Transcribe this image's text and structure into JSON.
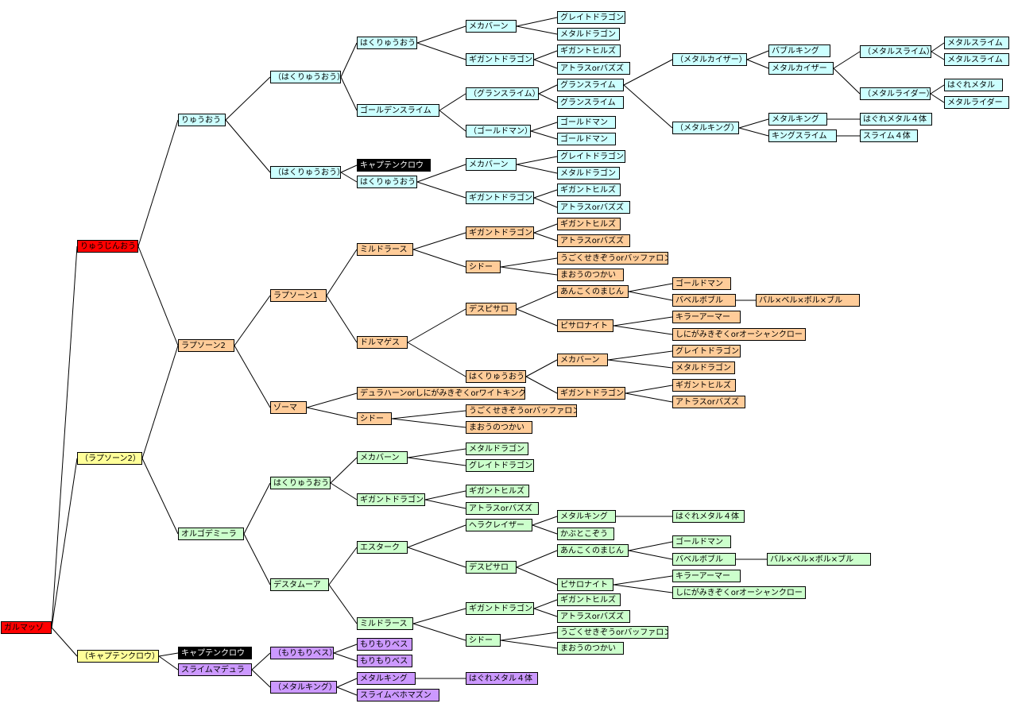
{
  "colors": {
    "red": "#ff0000",
    "black": "#000000",
    "cyan": "#ccffff",
    "orange": "#ffcc99",
    "yellow": "#ffff99",
    "green": "#ccffcc",
    "purple": "#cc99ff"
  },
  "nodes": [
    {
      "id": "root",
      "text": "ガルマッゾ",
      "color": "red"
    },
    {
      "id": "ryujinou",
      "text": "りゅうじんおう",
      "color": "red"
    },
    {
      "id": "rapsoon2_paren",
      "text": "（ラプソーン2）",
      "color": "yellow"
    },
    {
      "id": "captain_paren",
      "text": "（キャプテンクロウ）",
      "color": "yellow"
    },
    {
      "id": "ryuuou",
      "text": "りゅうおう",
      "color": "cyan"
    },
    {
      "id": "hakuryu_p1",
      "text": "（はくりゅうおう）",
      "color": "cyan"
    },
    {
      "id": "hakuryu_p2",
      "text": "（はくりゅうおう）",
      "color": "cyan"
    },
    {
      "id": "hakuryu_a",
      "text": "はくりゅうおう",
      "color": "cyan"
    },
    {
      "id": "golden_slime",
      "text": "ゴールデンスライム",
      "color": "cyan"
    },
    {
      "id": "captain_blk1",
      "text": "キャプテンクロウ",
      "color": "black"
    },
    {
      "id": "hakuryu_b",
      "text": "はくりゅうおう",
      "color": "cyan"
    },
    {
      "id": "mecha_a",
      "text": "メカバーン",
      "color": "cyan"
    },
    {
      "id": "gigant_a",
      "text": "ギガントドラゴン",
      "color": "cyan"
    },
    {
      "id": "great_a",
      "text": "グレイトドラゴン",
      "color": "cyan"
    },
    {
      "id": "metald_a",
      "text": "メタルドラゴン",
      "color": "cyan"
    },
    {
      "id": "gighills_a",
      "text": "ギガントヒルズ",
      "color": "cyan"
    },
    {
      "id": "atlas_a",
      "text": "アトラスorバズズ",
      "color": "cyan"
    },
    {
      "id": "gran_p",
      "text": "（グランスライム）",
      "color": "cyan"
    },
    {
      "id": "goldman_p",
      "text": "（ゴールドマン）",
      "color": "cyan"
    },
    {
      "id": "gran1",
      "text": "グランスライム",
      "color": "cyan"
    },
    {
      "id": "gran2",
      "text": "グランスライム",
      "color": "cyan"
    },
    {
      "id": "goldman1",
      "text": "ゴールドマン",
      "color": "cyan"
    },
    {
      "id": "goldman2",
      "text": "ゴールドマン",
      "color": "cyan"
    },
    {
      "id": "metalkaiser_p",
      "text": "（メタルカイザー）",
      "color": "cyan"
    },
    {
      "id": "metalking_p",
      "text": "（メタルキング）",
      "color": "cyan"
    },
    {
      "id": "bubbleking",
      "text": "バブルキング",
      "color": "cyan"
    },
    {
      "id": "metalkaiser",
      "text": "メタルカイザー",
      "color": "cyan"
    },
    {
      "id": "metalslime_p",
      "text": "（メタルスライム）",
      "color": "cyan"
    },
    {
      "id": "metalrider_p",
      "text": "（メタルライダー）",
      "color": "cyan"
    },
    {
      "id": "metalslime1",
      "text": "メタルスライム",
      "color": "cyan"
    },
    {
      "id": "metalslime2",
      "text": "メタルスライム",
      "color": "cyan"
    },
    {
      "id": "haguremetal_a",
      "text": "はぐれメタル",
      "color": "cyan"
    },
    {
      "id": "metalrider",
      "text": "メタルライダー",
      "color": "cyan"
    },
    {
      "id": "metalking_a",
      "text": "メタルキング",
      "color": "cyan"
    },
    {
      "id": "kingslime",
      "text": "キングスライム",
      "color": "cyan"
    },
    {
      "id": "hagure4_a",
      "text": "はぐれメタル４体",
      "color": "cyan"
    },
    {
      "id": "slime4",
      "text": "スライム４体",
      "color": "cyan"
    },
    {
      "id": "mecha_b",
      "text": "メカバーン",
      "color": "cyan"
    },
    {
      "id": "gigant_b",
      "text": "ギガントドラゴン",
      "color": "cyan"
    },
    {
      "id": "great_b",
      "text": "グレイトドラゴン",
      "color": "cyan"
    },
    {
      "id": "metald_b",
      "text": "メタルドラゴン",
      "color": "cyan"
    },
    {
      "id": "gighills_b",
      "text": "ギガントヒルズ",
      "color": "cyan"
    },
    {
      "id": "atlas_b",
      "text": "アトラスorバズズ",
      "color": "cyan"
    },
    {
      "id": "rapsoon2",
      "text": "ラプソーン2",
      "color": "orange"
    },
    {
      "id": "rapsoon1",
      "text": "ラプソーン1",
      "color": "orange"
    },
    {
      "id": "zoma",
      "text": "ゾーマ",
      "color": "orange"
    },
    {
      "id": "mildraath_a",
      "text": "ミルドラース",
      "color": "orange"
    },
    {
      "id": "dolmagus",
      "text": "ドルマゲス",
      "color": "orange"
    },
    {
      "id": "gigant_c",
      "text": "ギガントドラゴン",
      "color": "orange"
    },
    {
      "id": "shido_a",
      "text": "シドー",
      "color": "orange"
    },
    {
      "id": "gighills_c",
      "text": "ギガントヒルズ",
      "color": "orange"
    },
    {
      "id": "atlas_c",
      "text": "アトラスorバズズ",
      "color": "orange"
    },
    {
      "id": "ugoku_a",
      "text": "うごくせきぞうorバッファロン",
      "color": "orange"
    },
    {
      "id": "maou_a",
      "text": "まおうのつかい",
      "color": "orange"
    },
    {
      "id": "despisaro_a",
      "text": "デスピサロ",
      "color": "orange"
    },
    {
      "id": "hakuryu_c",
      "text": "はくりゅうおう",
      "color": "orange"
    },
    {
      "id": "ankoku_a",
      "text": "あんこくのまじん",
      "color": "orange"
    },
    {
      "id": "pisaro_a",
      "text": "ピサロナイト",
      "color": "orange"
    },
    {
      "id": "goldman3",
      "text": "ゴールドマン",
      "color": "orange"
    },
    {
      "id": "babel_a",
      "text": "バベルボブル",
      "color": "orange"
    },
    {
      "id": "barubel_a",
      "text": "バル×ベル×ボル×ブル",
      "color": "orange"
    },
    {
      "id": "killer_a",
      "text": "キラーアーマー",
      "color": "orange"
    },
    {
      "id": "shinigami_a",
      "text": "しにがみきぞくorオーシャンクロー",
      "color": "orange"
    },
    {
      "id": "mecha_c",
      "text": "メカバーン",
      "color": "orange"
    },
    {
      "id": "gigant_d",
      "text": "ギガントドラゴン",
      "color": "orange"
    },
    {
      "id": "great_c",
      "text": "グレイトドラゴン",
      "color": "orange"
    },
    {
      "id": "metald_c",
      "text": "メタルドラゴン",
      "color": "orange"
    },
    {
      "id": "gighills_d",
      "text": "ギガントヒルズ",
      "color": "orange"
    },
    {
      "id": "atlas_d",
      "text": "アトラスorバズズ",
      "color": "orange"
    },
    {
      "id": "dura",
      "text": "デュラハーンorしにがみきぞくorワイトキング",
      "color": "orange"
    },
    {
      "id": "shido_b",
      "text": "シドー",
      "color": "orange"
    },
    {
      "id": "ugoku_b",
      "text": "うごくせきぞうorバッファロン",
      "color": "orange"
    },
    {
      "id": "maou_b",
      "text": "まおうのつかい",
      "color": "orange"
    },
    {
      "id": "orgo",
      "text": "オルゴデミーラ",
      "color": "green"
    },
    {
      "id": "hakuryu_d",
      "text": "はくりゅうおう",
      "color": "green"
    },
    {
      "id": "desutamua",
      "text": "デスタムーア",
      "color": "green"
    },
    {
      "id": "mecha_d",
      "text": "メカバーン",
      "color": "green"
    },
    {
      "id": "gigant_e",
      "text": "ギガントドラゴン",
      "color": "green"
    },
    {
      "id": "metald_d",
      "text": "メタルドラゴン",
      "color": "green"
    },
    {
      "id": "great_d",
      "text": "グレイトドラゴン",
      "color": "green"
    },
    {
      "id": "gighills_e",
      "text": "ギガントヒルズ",
      "color": "green"
    },
    {
      "id": "atlas_e",
      "text": "アトラスorバズズ",
      "color": "green"
    },
    {
      "id": "estark",
      "text": "エスターク",
      "color": "green"
    },
    {
      "id": "mildraath_b",
      "text": "ミルドラース",
      "color": "green"
    },
    {
      "id": "heracross",
      "text": "ヘラクレイザー",
      "color": "green"
    },
    {
      "id": "despisaro_b",
      "text": "デスピサロ",
      "color": "green"
    },
    {
      "id": "metalking_b",
      "text": "メタルキング",
      "color": "green"
    },
    {
      "id": "kabuto",
      "text": "かぶとこぞう",
      "color": "green"
    },
    {
      "id": "hagure4_b",
      "text": "はぐれメタル４体",
      "color": "green"
    },
    {
      "id": "ankoku_b",
      "text": "あんこくのまじん",
      "color": "green"
    },
    {
      "id": "pisaro_b",
      "text": "ピサロナイト",
      "color": "green"
    },
    {
      "id": "goldman4",
      "text": "ゴールドマン",
      "color": "green"
    },
    {
      "id": "babel_b",
      "text": "バベルボブル",
      "color": "green"
    },
    {
      "id": "barubel_b",
      "text": "バル×ベル×ボル×ブル",
      "color": "green"
    },
    {
      "id": "killer_b",
      "text": "キラーアーマー",
      "color": "green"
    },
    {
      "id": "shinigami_b",
      "text": "しにがみきぞくorオーシャンクロー",
      "color": "green"
    },
    {
      "id": "gigant_f",
      "text": "ギガントドラゴン",
      "color": "green"
    },
    {
      "id": "shido_c",
      "text": "シドー",
      "color": "green"
    },
    {
      "id": "gighills_f",
      "text": "ギガントヒルズ",
      "color": "green"
    },
    {
      "id": "atlas_f",
      "text": "アトラスorバズズ",
      "color": "green"
    },
    {
      "id": "ugoku_c",
      "text": "うごくせきぞうorバッファロン",
      "color": "green"
    },
    {
      "id": "maou_c",
      "text": "まおうのつかい",
      "color": "green"
    },
    {
      "id": "captain_blk2",
      "text": "キャプテンクロウ",
      "color": "black"
    },
    {
      "id": "slimematora",
      "text": "スライムマデュラ",
      "color": "purple"
    },
    {
      "id": "morimori_p",
      "text": "（もりもりベス）",
      "color": "purple"
    },
    {
      "id": "metalking_p2",
      "text": "（メタルキング）",
      "color": "purple"
    },
    {
      "id": "morimori1",
      "text": "もりもりベス",
      "color": "purple"
    },
    {
      "id": "morimori2",
      "text": "もりもりベス",
      "color": "purple"
    },
    {
      "id": "metalking_c",
      "text": "メタルキング",
      "color": "purple"
    },
    {
      "id": "slimebehoma",
      "text": "スライムベホマズン",
      "color": "purple"
    },
    {
      "id": "hagure4_c",
      "text": "はぐれメタル４体",
      "color": "purple"
    }
  ],
  "edges": [
    [
      "root",
      "ryujinou"
    ],
    [
      "root",
      "rapsoon2_paren"
    ],
    [
      "root",
      "captain_paren"
    ],
    [
      "ryujinou",
      "ryuuou"
    ],
    [
      "ryujinou",
      "rapsoon2"
    ],
    [
      "ryuuou",
      "hakuryu_p1"
    ],
    [
      "ryuuou",
      "hakuryu_p2"
    ],
    [
      "hakuryu_p1",
      "hakuryu_a"
    ],
    [
      "hakuryu_p1",
      "golden_slime"
    ],
    [
      "hakuryu_a",
      "mecha_a"
    ],
    [
      "hakuryu_a",
      "gigant_a"
    ],
    [
      "mecha_a",
      "great_a"
    ],
    [
      "mecha_a",
      "metald_a"
    ],
    [
      "gigant_a",
      "gighills_a"
    ],
    [
      "gigant_a",
      "atlas_a"
    ],
    [
      "golden_slime",
      "gran_p"
    ],
    [
      "golden_slime",
      "goldman_p"
    ],
    [
      "gran_p",
      "gran1"
    ],
    [
      "gran_p",
      "gran2"
    ],
    [
      "goldman_p",
      "goldman1"
    ],
    [
      "goldman_p",
      "goldman2"
    ],
    [
      "gran1",
      "metalkaiser_p"
    ],
    [
      "gran1",
      "metalking_p"
    ],
    [
      "metalkaiser_p",
      "bubbleking"
    ],
    [
      "metalkaiser_p",
      "metalkaiser"
    ],
    [
      "metalkaiser",
      "metalslime_p"
    ],
    [
      "metalkaiser",
      "metalrider_p"
    ],
    [
      "metalslime_p",
      "metalslime1"
    ],
    [
      "metalslime_p",
      "metalslime2"
    ],
    [
      "metalrider_p",
      "haguremetal_a"
    ],
    [
      "metalrider_p",
      "metalrider"
    ],
    [
      "metalking_p",
      "metalking_a"
    ],
    [
      "metalking_p",
      "kingslime"
    ],
    [
      "metalking_a",
      "hagure4_a"
    ],
    [
      "kingslime",
      "slime4"
    ],
    [
      "hakuryu_p2",
      "captain_blk1"
    ],
    [
      "hakuryu_p2",
      "hakuryu_b"
    ],
    [
      "hakuryu_b",
      "mecha_b"
    ],
    [
      "hakuryu_b",
      "gigant_b"
    ],
    [
      "mecha_b",
      "great_b"
    ],
    [
      "mecha_b",
      "metald_b"
    ],
    [
      "gigant_b",
      "gighills_b"
    ],
    [
      "gigant_b",
      "atlas_b"
    ],
    [
      "rapsoon2",
      "rapsoon1"
    ],
    [
      "rapsoon2",
      "zoma"
    ],
    [
      "rapsoon1",
      "mildraath_a"
    ],
    [
      "rapsoon1",
      "dolmagus"
    ],
    [
      "mildraath_a",
      "gigant_c"
    ],
    [
      "mildraath_a",
      "shido_a"
    ],
    [
      "gigant_c",
      "gighills_c"
    ],
    [
      "gigant_c",
      "atlas_c"
    ],
    [
      "shido_a",
      "ugoku_a"
    ],
    [
      "shido_a",
      "maou_a"
    ],
    [
      "dolmagus",
      "despisaro_a"
    ],
    [
      "dolmagus",
      "hakuryu_c"
    ],
    [
      "despisaro_a",
      "ankoku_a"
    ],
    [
      "despisaro_a",
      "pisaro_a"
    ],
    [
      "ankoku_a",
      "goldman3"
    ],
    [
      "ankoku_a",
      "babel_a"
    ],
    [
      "babel_a",
      "barubel_a"
    ],
    [
      "pisaro_a",
      "killer_a"
    ],
    [
      "pisaro_a",
      "shinigami_a"
    ],
    [
      "hakuryu_c",
      "mecha_c"
    ],
    [
      "hakuryu_c",
      "gigant_d"
    ],
    [
      "mecha_c",
      "great_c"
    ],
    [
      "mecha_c",
      "metald_c"
    ],
    [
      "gigant_d",
      "gighills_d"
    ],
    [
      "gigant_d",
      "atlas_d"
    ],
    [
      "zoma",
      "dura"
    ],
    [
      "zoma",
      "shido_b"
    ],
    [
      "shido_b",
      "ugoku_b"
    ],
    [
      "shido_b",
      "maou_b"
    ],
    [
      "rapsoon2_paren",
      "rapsoon2"
    ],
    [
      "rapsoon2_paren",
      "orgo"
    ],
    [
      "orgo",
      "hakuryu_d"
    ],
    [
      "orgo",
      "desutamua"
    ],
    [
      "hakuryu_d",
      "mecha_d"
    ],
    [
      "hakuryu_d",
      "gigant_e"
    ],
    [
      "mecha_d",
      "metald_d"
    ],
    [
      "mecha_d",
      "great_d"
    ],
    [
      "gigant_e",
      "gighills_e"
    ],
    [
      "gigant_e",
      "atlas_e"
    ],
    [
      "desutamua",
      "estark"
    ],
    [
      "desutamua",
      "mildraath_b"
    ],
    [
      "estark",
      "heracross"
    ],
    [
      "estark",
      "despisaro_b"
    ],
    [
      "heracross",
      "metalking_b"
    ],
    [
      "heracross",
      "kabuto"
    ],
    [
      "metalking_b",
      "hagure4_b"
    ],
    [
      "despisaro_b",
      "ankoku_b"
    ],
    [
      "despisaro_b",
      "pisaro_b"
    ],
    [
      "ankoku_b",
      "goldman4"
    ],
    [
      "ankoku_b",
      "babel_b"
    ],
    [
      "babel_b",
      "barubel_b"
    ],
    [
      "pisaro_b",
      "killer_b"
    ],
    [
      "pisaro_b",
      "shinigami_b"
    ],
    [
      "mildraath_b",
      "gigant_f"
    ],
    [
      "mildraath_b",
      "shido_c"
    ],
    [
      "gigant_f",
      "gighills_f"
    ],
    [
      "gigant_f",
      "atlas_f"
    ],
    [
      "shido_c",
      "ugoku_c"
    ],
    [
      "shido_c",
      "maou_c"
    ],
    [
      "captain_paren",
      "captain_blk2"
    ],
    [
      "captain_paren",
      "slimematora"
    ],
    [
      "slimematora",
      "morimori_p"
    ],
    [
      "slimematora",
      "metalking_p2"
    ],
    [
      "morimori_p",
      "morimori1"
    ],
    [
      "morimori_p",
      "morimori2"
    ],
    [
      "metalking_p2",
      "metalking_c"
    ],
    [
      "metalking_p2",
      "slimebehoma"
    ],
    [
      "metalking_c",
      "hagure4_c"
    ]
  ]
}
